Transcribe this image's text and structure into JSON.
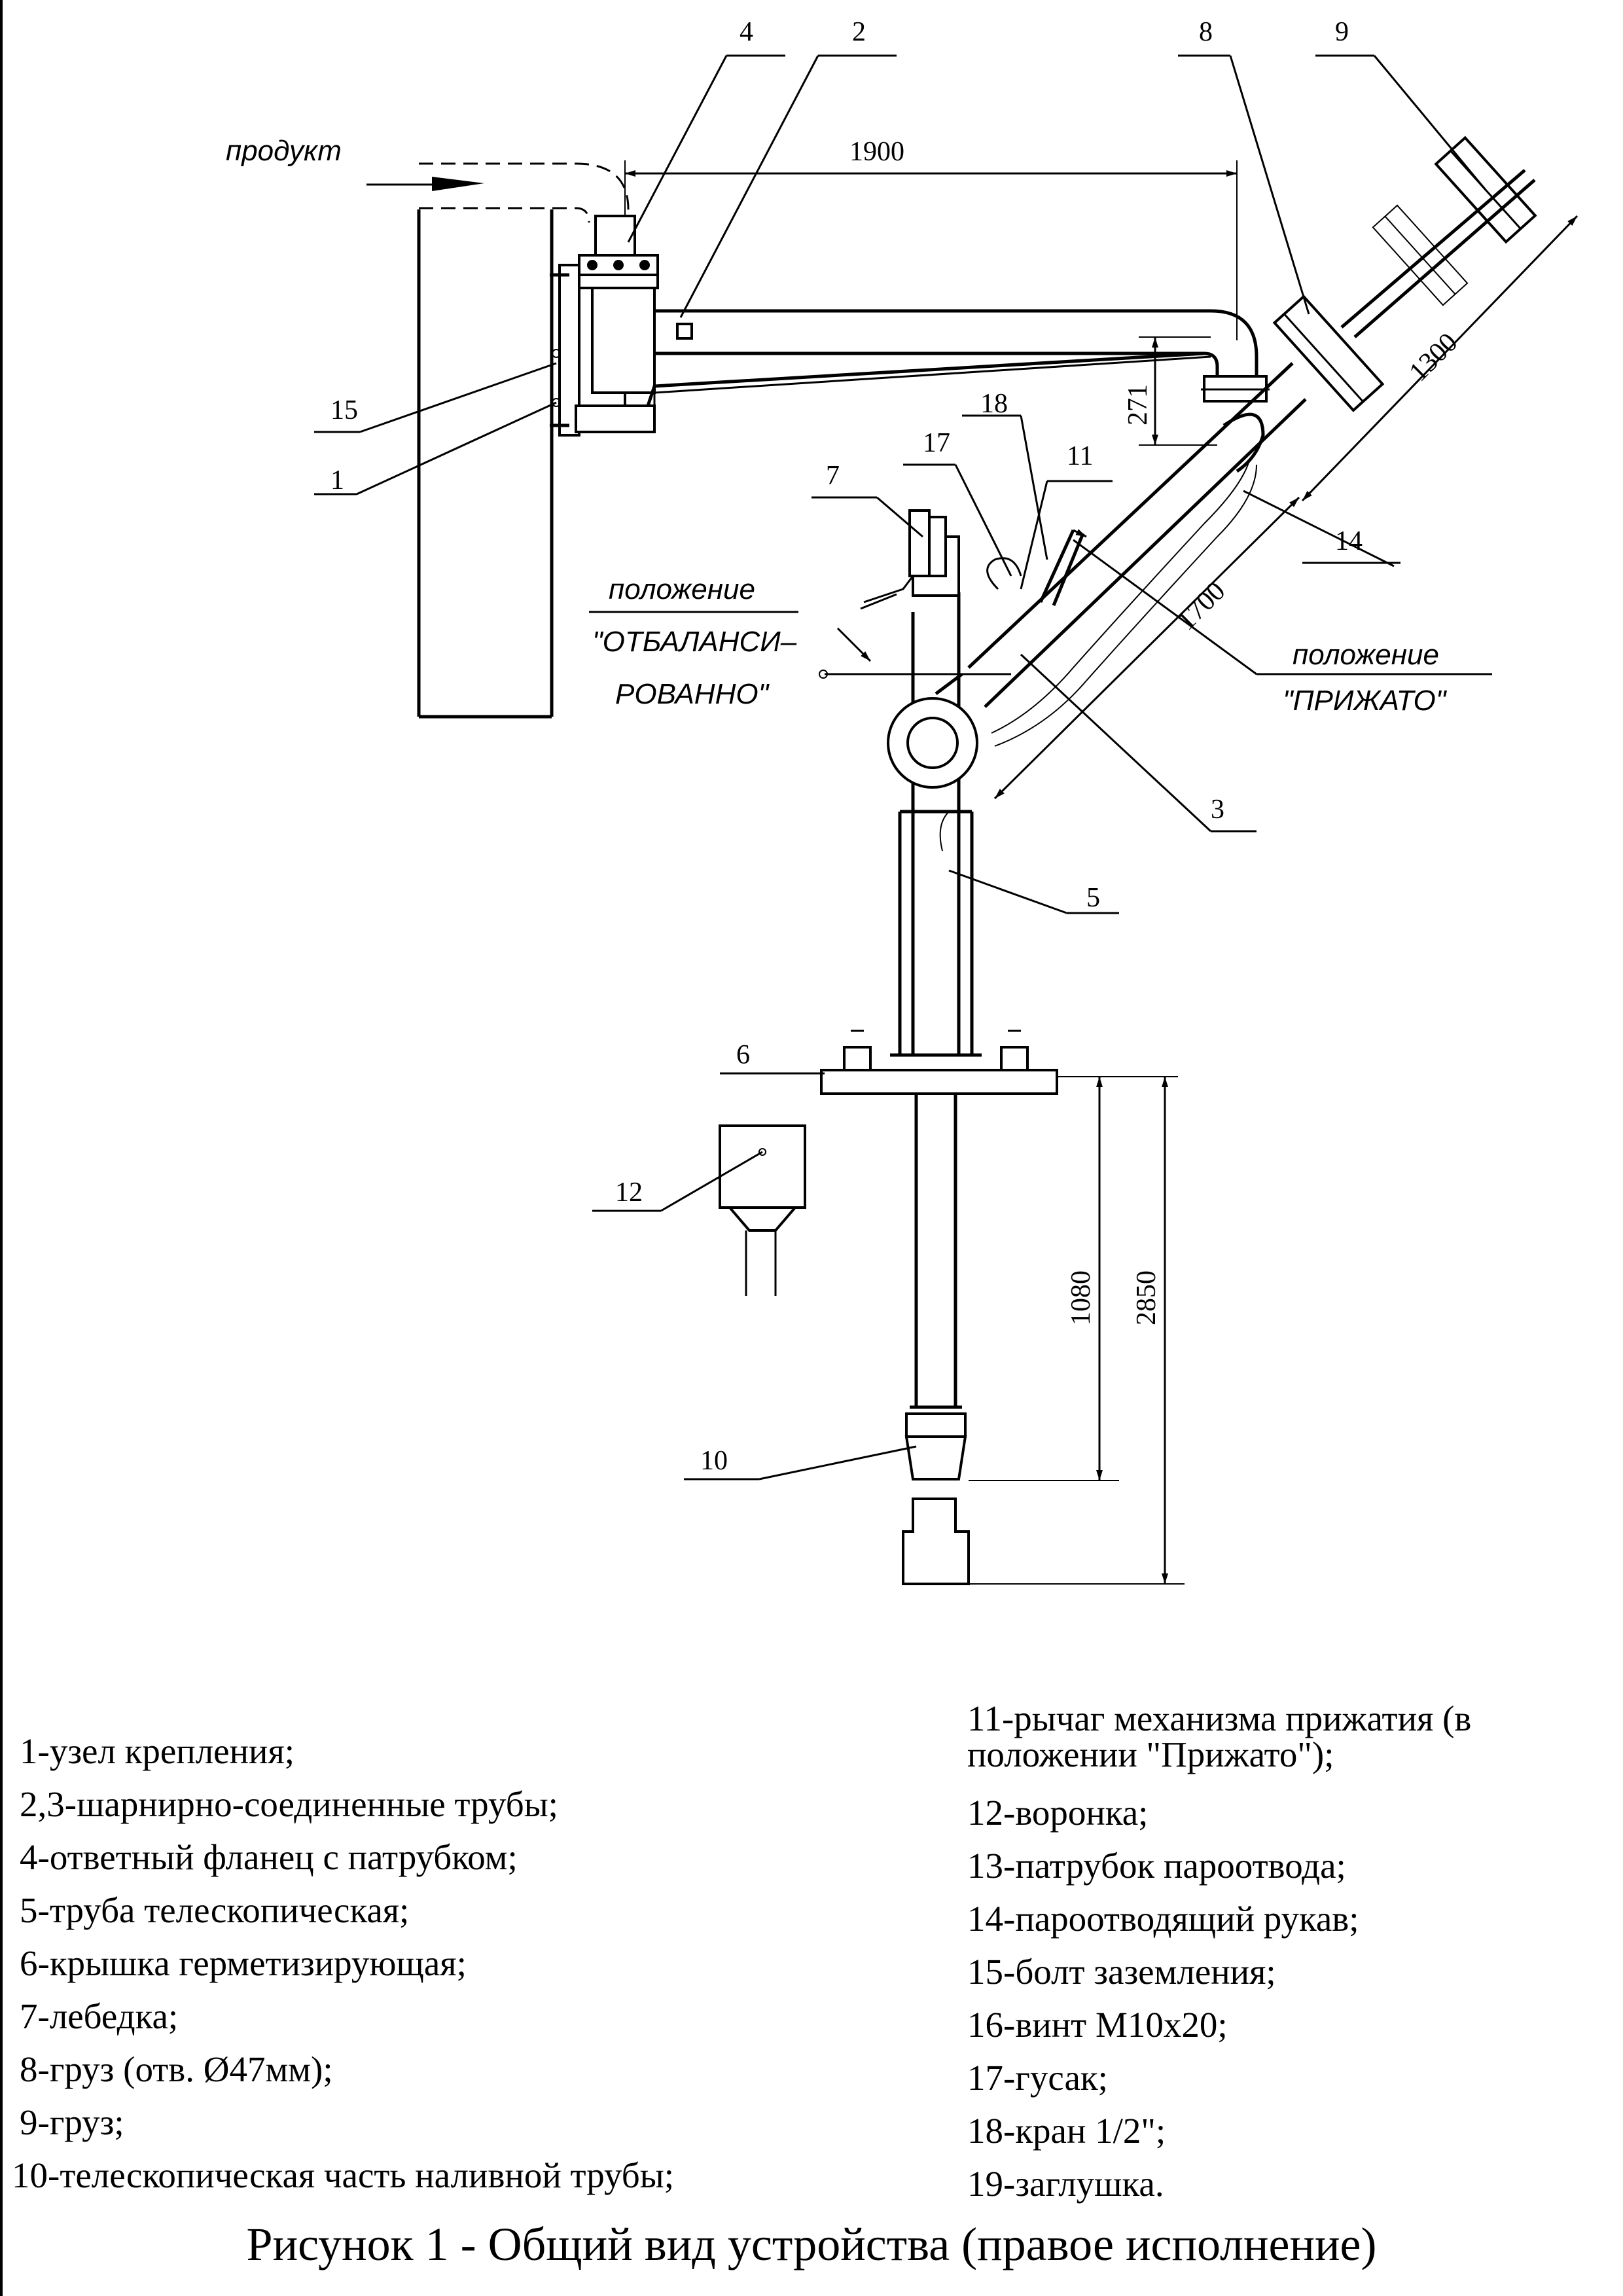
{
  "labels": {
    "product": "продукт",
    "pos_balanced_1": "положение",
    "pos_balanced_2": "\"ОТБАЛАНСИ–",
    "pos_balanced_3": "РОВАННО\"",
    "pos_pressed_1": "положение",
    "pos_pressed_2": "\"ПРИЖАТО\""
  },
  "dimensions": {
    "d1900": "1900",
    "d271": "271",
    "d1300": "1300",
    "d1700": "1700",
    "d1080": "1080",
    "d2850": "2850"
  },
  "callouts": {
    "c1": "1",
    "c2": "2",
    "c3": "3",
    "c4": "4",
    "c5": "5",
    "c6": "6",
    "c7": "7",
    "c8": "8",
    "c9": "9",
    "c10": "10",
    "c11": "11",
    "c12": "12",
    "c14": "14",
    "c15": "15",
    "c17": "17",
    "c18": "18"
  },
  "legend": {
    "left": [
      "1-узел крепления;",
      "2,3-шарнирно-соединенные трубы;",
      "4-ответный фланец с патрубком;",
      "5-труба телескопическая;",
      "6-крышка герметизирующая;",
      "7-лебедка;",
      "8-груз (отв. Ø47мм);",
      "9-груз;",
      "10-телескопическая часть наливной трубы;"
    ],
    "right": [
      "11-рычаг механизма прижатия (в положении \"Прижато\");",
      "12-воронка;",
      "13-патрубок пароотвода;",
      "14-пароотводящий рукав;",
      "15-болт заземления;",
      "16-винт М10х20;",
      "17-гусак;",
      "18-кран 1/2\";",
      "19-заглушка."
    ]
  },
  "caption": "Рисунок 1 - Общий вид устройства (правое исполнение)"
}
